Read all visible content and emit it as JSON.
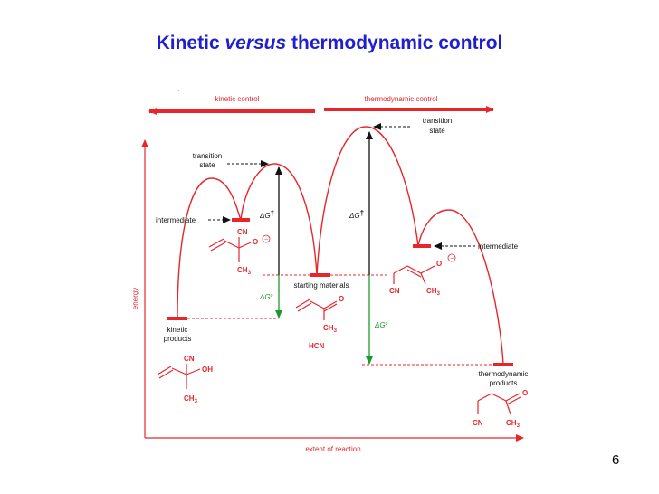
{
  "slide": {
    "title_prefix": "Kinetic ",
    "title_italic": "versus",
    "title_suffix": " thermodynamic control",
    "page_number": "6"
  },
  "diagram": {
    "header": {
      "kinetic": "kinetic control",
      "thermo": "thermodynamic control"
    },
    "axes": {
      "y": "energy",
      "x": "extent of reaction"
    },
    "labels": {
      "ts_left_1": "transition",
      "ts_left_2": "state",
      "ts_right_1": "transition",
      "ts_right_2": "state",
      "intermediate_left": "intermediate",
      "intermediate_right": "intermediate",
      "starting_materials": "starting materials",
      "kinetic_products_1": "kinetic",
      "kinetic_products_2": "products",
      "thermo_products_1": "thermodynamic",
      "thermo_products_2": "products",
      "dg_dagger": "ΔG",
      "dagger": "†",
      "dg_circ": "ΔG",
      "circ": "o",
      "hcn": "HCN"
    },
    "chem": {
      "cn": "CN",
      "oh": "OH",
      "o": "O",
      "ch3": "CH",
      "sub3": "3",
      "minus": "−"
    },
    "colors": {
      "red": "#e8262a",
      "green": "#1a9a2c",
      "black": "#111111",
      "title": "#1f1fcf"
    }
  }
}
